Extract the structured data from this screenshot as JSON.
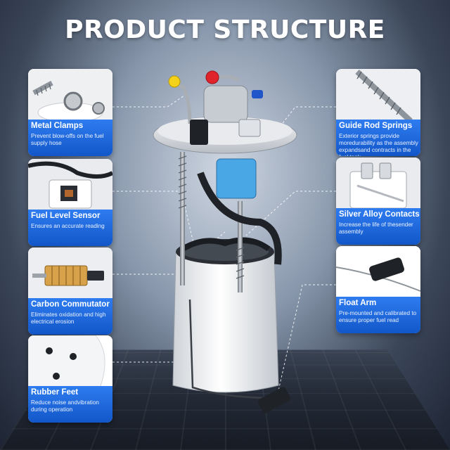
{
  "title": "PRODUCT STRUCTURE",
  "features_left": [
    {
      "name": "Metal Clamps",
      "description": "Prevent blow-offs on the fuel supply hose",
      "icon": "hose-clamp-icon"
    },
    {
      "name": "Fuel Level Sensor",
      "description": "Ensures an accurate reading",
      "icon": "level-sensor-icon"
    },
    {
      "name": "Carbon Commutator",
      "description": "Eliminates oxidation and high electrical erosion",
      "icon": "commutator-icon"
    },
    {
      "name": "Rubber Feet",
      "description": "Reduce noise andvibration during operation",
      "icon": "rubber-feet-icon"
    }
  ],
  "features_right": [
    {
      "name": "Guide Rod Springs",
      "description": "Exterior springs provide moredurability as the assembly expandsand contracts in the fuel tank",
      "icon": "spring-icon"
    },
    {
      "name": "Silver Alloy Contacts",
      "description": "Increase the life of thesender assembly",
      "icon": "contacts-icon"
    },
    {
      "name": "Float Arm",
      "description": "Pre-mounted and calibrated to ensure proper fuel read",
      "icon": "float-arm-icon"
    }
  ],
  "colors": {
    "band_blue": "#1f6be0",
    "title": "#ffffff"
  }
}
